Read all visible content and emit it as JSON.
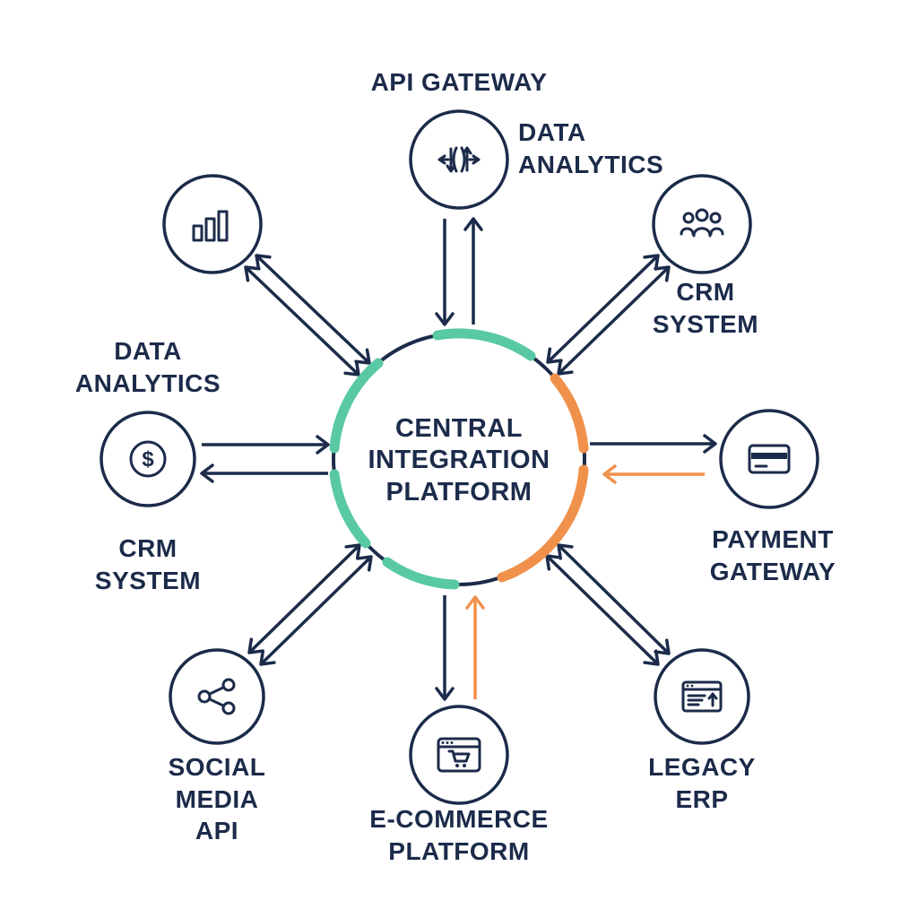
{
  "colors": {
    "navy": "#1C2B4A",
    "teal": "#58C9A4",
    "orange": "#F0914B",
    "background": "#FFFFFF"
  },
  "center_node": {
    "label": [
      "CENTRAL",
      "INTEGRATION",
      "PLATFORM"
    ]
  },
  "nodes": {
    "api_gateway": {
      "label": [
        "API GATEWAY"
      ],
      "icon": "api-gateway-icon"
    },
    "data_analytics_right": {
      "label": [
        "DATA",
        "ANALYTICS"
      ]
    },
    "crm_system_top": {
      "label": [
        "CRM",
        "SYSTEM"
      ],
      "icon": "team-icon"
    },
    "data_analytics_left": {
      "label": [
        "DATA",
        "ANALYTICS"
      ],
      "icon": "bar-chart-icon"
    },
    "crm_system_left": {
      "label": [
        "CRM",
        "SYSTEM"
      ],
      "icon": "dollar-icon"
    },
    "payment_gateway": {
      "label": [
        "PAYMENT",
        "GATEWAY"
      ],
      "icon": "credit-card-icon"
    },
    "social_media_api": {
      "label": [
        "SOCIAL",
        "MEDIA",
        "API"
      ],
      "icon": "share-icon"
    },
    "ecommerce_platform": {
      "label": [
        "E-COMMERCE",
        "PLATFORM"
      ],
      "icon": "shop-window-icon"
    },
    "legacy_erp": {
      "label": [
        "LEGACY",
        "ERP"
      ],
      "icon": "erp-window-icon"
    }
  },
  "glyphs": {
    "dollar": "$"
  }
}
